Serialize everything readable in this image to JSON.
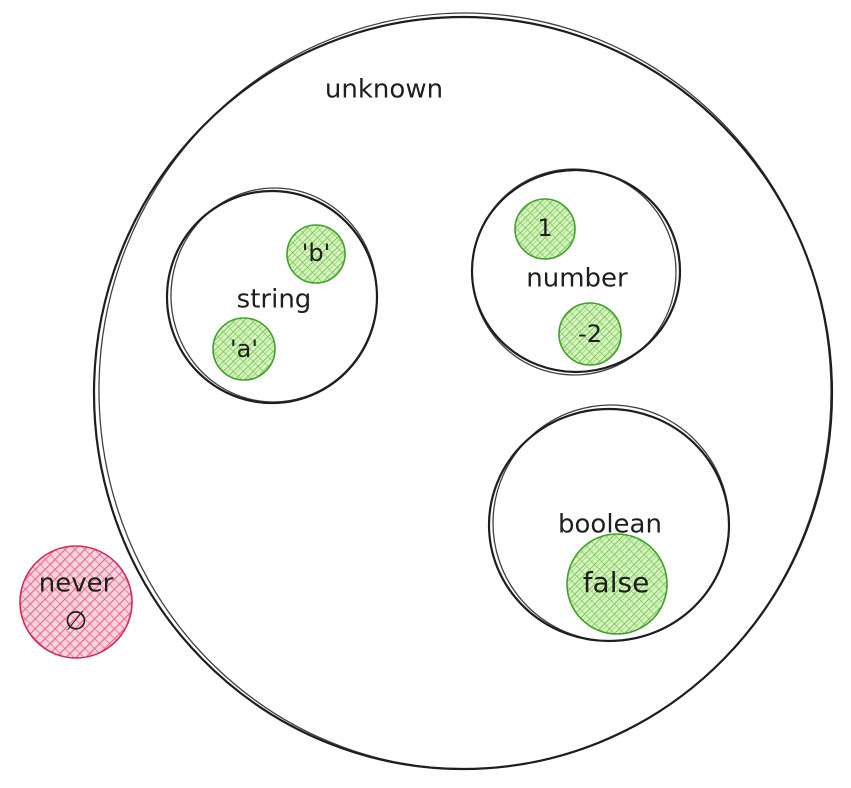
{
  "diagram": {
    "outer_set": {
      "label": "unknown"
    },
    "sets": [
      {
        "id": "string",
        "label": "string",
        "members": [
          "'b'",
          "'a'"
        ]
      },
      {
        "id": "number",
        "label": "number",
        "members": [
          "1",
          "-2"
        ]
      },
      {
        "id": "boolean",
        "label": "boolean",
        "members": [
          "false"
        ]
      }
    ],
    "empty_set": {
      "label": "never",
      "symbol": "∅"
    }
  },
  "colors": {
    "stroke": "#1e1e1e",
    "member_fill": "#40c057",
    "member_hatch": "#8fd46b",
    "never_fill": "#e03163",
    "never_hatch": "#f06595"
  }
}
